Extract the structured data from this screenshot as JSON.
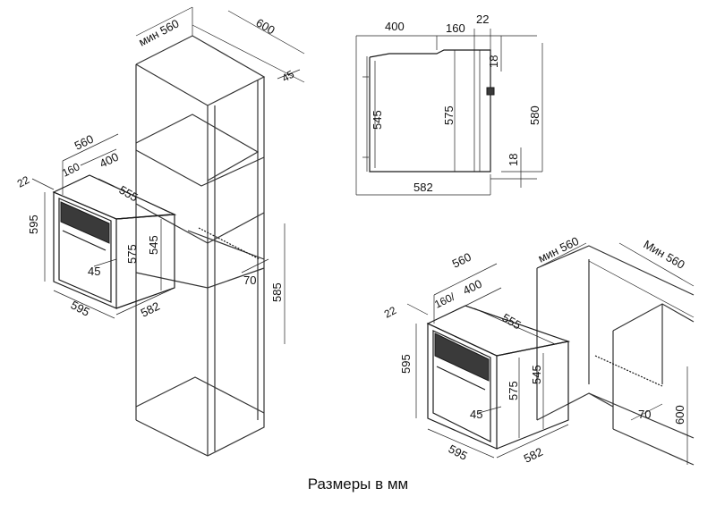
{
  "caption": "Размеры в мм",
  "dimensions": {
    "left": {
      "min_560": "мин 560",
      "w600": "600",
      "d45": "45",
      "d560": "560",
      "d400": "400",
      "d160": "160",
      "d22": "22",
      "d555": "555",
      "d595h": "595",
      "d545": "545",
      "d575": "575",
      "d45b": "45",
      "d595w": "595",
      "d582": "582",
      "d70": "70",
      "d585": "585"
    },
    "top": {
      "d400": "400",
      "d160": "160",
      "d22": "22",
      "d18a": "18",
      "d545": "545",
      "d575": "575",
      "d580": "580",
      "d18b": "18",
      "d582": "582"
    },
    "right": {
      "min_560a": "мин 560",
      "min_560b": "Мин 560",
      "d560": "560",
      "d160": "160/",
      "d400": "400",
      "d22": "22",
      "d555": "555",
      "d595h": "595",
      "d575": "575",
      "d545": "545",
      "d45": "45",
      "d595w": "595",
      "d582": "582",
      "d70": "70",
      "d600": "600"
    }
  }
}
